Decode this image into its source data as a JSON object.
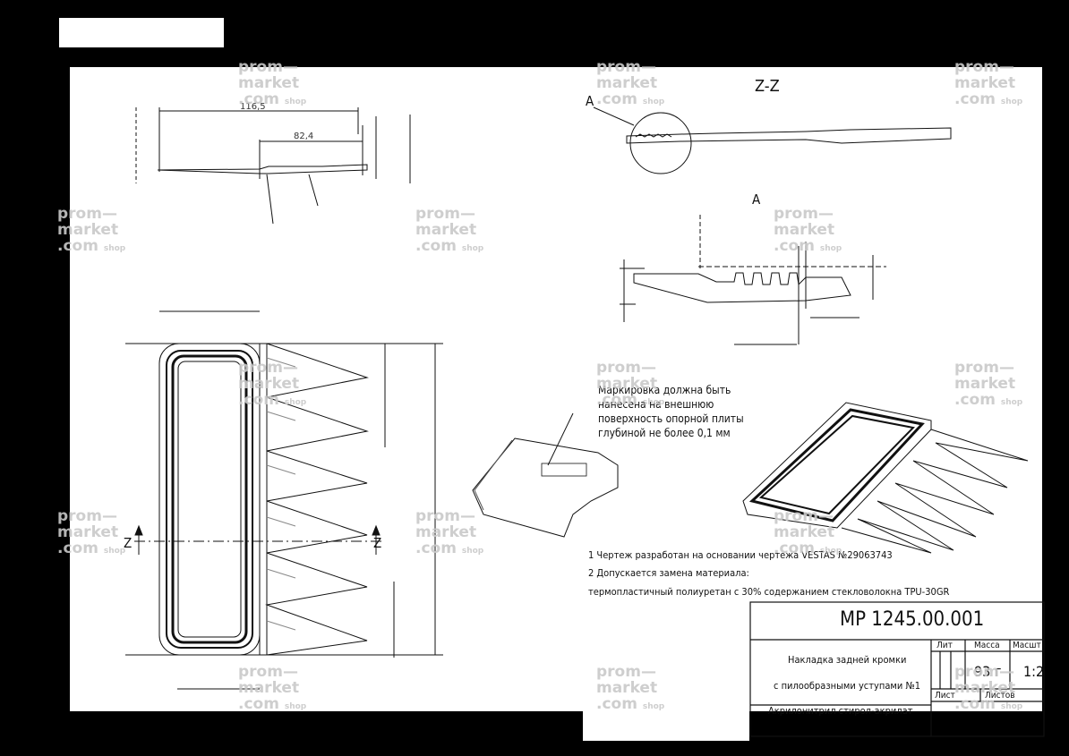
{
  "labels": {
    "section": "Z-Z",
    "detail_callout": "A",
    "detail_title": "A",
    "z_left": "Z",
    "z_right": "Z"
  },
  "notes": {
    "marking": [
      "Маркировка должна быть",
      "нанесена на внешнюю",
      "поверхность опорной плиты",
      "глубиной не более 0,1 мм"
    ],
    "general": [
      "1 Чертеж разработан на основании чертежа VESTAS №29063743",
      "2 Допускается замена материала:",
      "термопластичный полиуретан с 30% содержанием стекловолокна TPU-30GR"
    ]
  },
  "title_block": {
    "drawing_number": "МР 1245.00.001",
    "part_name": [
      "Накладка задней кромки",
      "с пилообразными уступами №1"
    ],
    "material": "Акрилонитрил стирол-акрилат",
    "headers": {
      "lit": "Лит",
      "mass": "Масса",
      "scale": "Масшт",
      "sheet": "Лист",
      "sheets": "Листов"
    },
    "mass_value": "93 г",
    "scale_value": "1:2"
  },
  "watermark": {
    "line1": "prom—",
    "line2": "market",
    "line3": ".com",
    "suffix": "shop"
  }
}
